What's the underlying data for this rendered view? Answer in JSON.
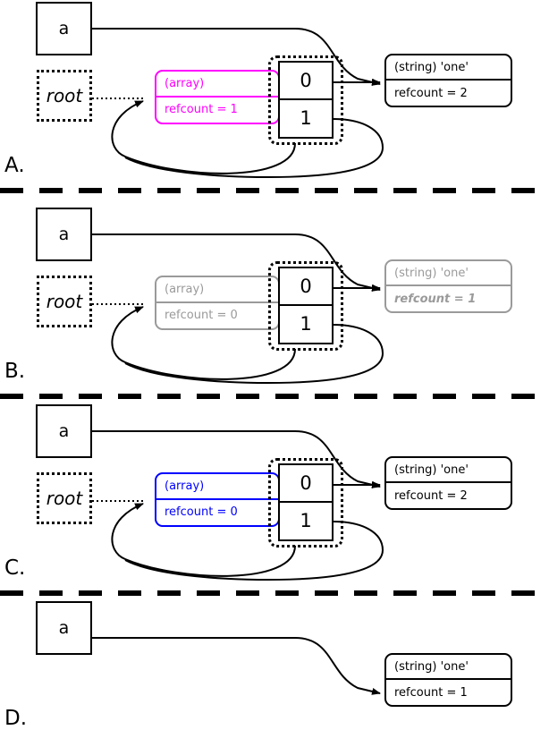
{
  "figure": {
    "type": "diagram",
    "description": "PHP reference-counting / garbage-collection diagram in four panels",
    "colors": {
      "magenta": "#ff00ff",
      "blue": "#0000ff",
      "gray": "#9a9a9a",
      "black": "#000000",
      "background": "#ffffff"
    }
  },
  "panels": [
    {
      "letter": "A.",
      "variable": {
        "label": "a"
      },
      "root": {
        "label": "root"
      },
      "array_zval": {
        "type_label": "(array)",
        "refcount_label": "refcount = 1",
        "color": "#ff00ff",
        "dimmed": false,
        "emphasized": false
      },
      "cells": [
        {
          "index": "0"
        },
        {
          "index": "1"
        }
      ],
      "string_zval": {
        "type_label": "(string) 'one'",
        "refcount_label": "refcount = 2",
        "color": "#000000",
        "dimmed": false,
        "emphasized": false
      }
    },
    {
      "letter": "B.",
      "variable": {
        "label": "a"
      },
      "root": {
        "label": "root"
      },
      "array_zval": {
        "type_label": "(array)",
        "refcount_label": "refcount = 0",
        "color": "#9a9a9a",
        "dimmed": true,
        "emphasized": false
      },
      "cells": [
        {
          "index": "0"
        },
        {
          "index": "1"
        }
      ],
      "string_zval": {
        "type_label": "(string) 'one'",
        "refcount_label": "refcount = 1",
        "color": "#9a9a9a",
        "dimmed": true,
        "emphasized": true
      }
    },
    {
      "letter": "C.",
      "variable": {
        "label": "a"
      },
      "root": {
        "label": "root"
      },
      "array_zval": {
        "type_label": "(array)",
        "refcount_label": "refcount = 0",
        "color": "#0000ff",
        "dimmed": false,
        "emphasized": false
      },
      "cells": [
        {
          "index": "0"
        },
        {
          "index": "1"
        }
      ],
      "string_zval": {
        "type_label": "(string) 'one'",
        "refcount_label": "refcount = 2",
        "color": "#000000",
        "dimmed": false,
        "emphasized": false
      }
    },
    {
      "letter": "D.",
      "variable": {
        "label": "a"
      },
      "root": null,
      "array_zval": null,
      "cells": [],
      "string_zval": {
        "type_label": "(string) 'one'",
        "refcount_label": "refcount = 1",
        "color": "#000000",
        "dimmed": false,
        "emphasized": false
      }
    }
  ]
}
